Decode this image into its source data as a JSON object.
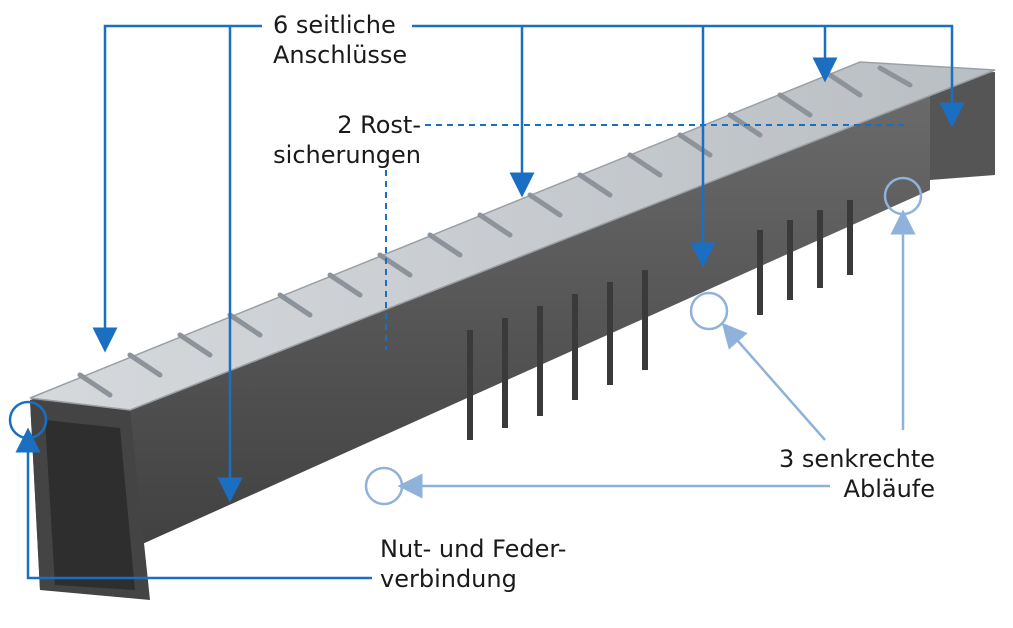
{
  "labels": {
    "side_connections": {
      "line1": "6 seitliche",
      "line2": "Anschlüsse"
    },
    "grate_locks": {
      "line1": "2 Rost-",
      "line2": "sicherungen"
    },
    "vertical_outlets": {
      "line1": "3 senkrechte",
      "line2": "Abläufe"
    },
    "tongue_groove": {
      "line1": "Nut- und Feder-",
      "line2": "verbindung"
    }
  },
  "colors": {
    "callout_blue": "#1b6fc2",
    "outlet_blue": "#8fb2da",
    "channel_dark": "#4a4a4a",
    "channel_mid": "#5e5e5e",
    "grate_silver": "#c9cdd1"
  },
  "icons": {
    "product": "drainage-channel-illustration"
  }
}
